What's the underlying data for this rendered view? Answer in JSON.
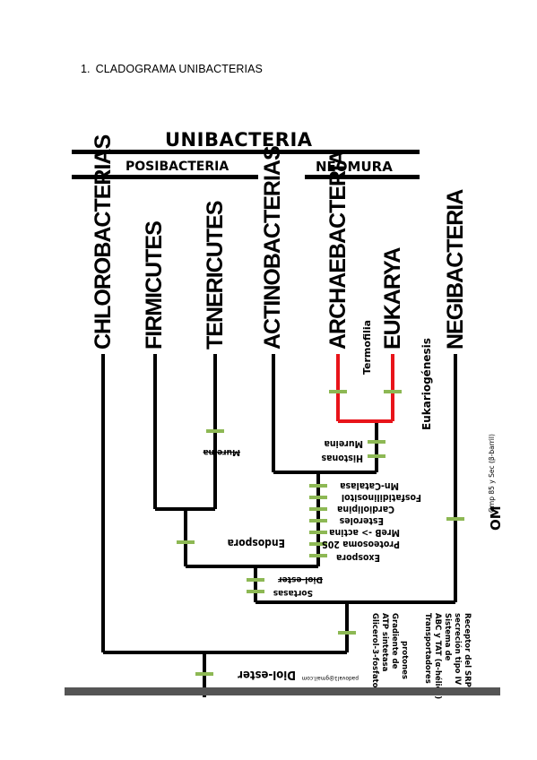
{
  "heading": {
    "number": "1.",
    "text": "CLADOGRAMA UNIBACTERIAS"
  },
  "groups": {
    "root": "UNIBACTERIA",
    "left": "POSIBACTERIA",
    "right": "NEOMURA"
  },
  "taxa": [
    "CHLOROBACTERIAS",
    "FIRMICUTES",
    "TENERICUTES",
    "ACTINOBACTERIAS",
    "ARCHAEBACTERIA",
    "EUKARYA",
    "NEGIBACTERIA"
  ],
  "characters": {
    "termofilia": "Termofilia",
    "eucariogenesis": "Eukariogénesis",
    "mureina": "Mureina",
    "mureina2": "Mureina",
    "histonas": "Histonas",
    "mn_catalasa": "Mn-Catalasa",
    "fosfatidilinositol": "Fosfatidilinositol",
    "cardiolipina": "Cardiolipina",
    "esteroles": "Esteroles",
    "mreb": "MreB -> actina",
    "proteosoma": "Proteosoma 20S",
    "exospora": "Exospora",
    "endospora": "Endospora",
    "diol_ester_small": "Diol-ester",
    "sortasas": "Sortasas",
    "diol_ester": "Diol-ester",
    "om": "OM",
    "omp": "Omp 85 y Sec (β-barril)",
    "base_list": [
      "Glicerol-3-fosfato",
      "ATP sintetasa",
      "Gradiente de",
      "protones",
      "Transportadores",
      "ABC y TAT (α-hélice)",
      "Sistema de",
      "secreción tipo IV",
      "Receptor del SRP"
    ],
    "email": "padoval1@gmail.com"
  },
  "colors": {
    "stem": "#000000",
    "neomura": "#e8141a",
    "marker": "#8db854"
  }
}
